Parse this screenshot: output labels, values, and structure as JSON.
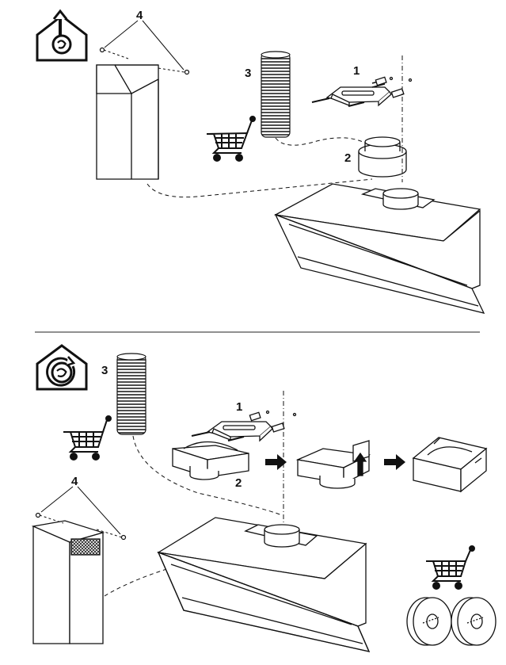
{
  "sections": [
    {
      "mode_icon": "ducted-extraction-house-icon",
      "labels": {
        "bracket": "1",
        "adapter": "2",
        "hose": "3",
        "screws": "4"
      }
    },
    {
      "mode_icon": "recirculation-house-icon",
      "labels": {
        "bracket": "1",
        "adapter": "2",
        "hose": "3",
        "screws": "4"
      }
    }
  ],
  "icons": {
    "cart": "shopping-cart-icon",
    "arrow": "right-arrow-icon",
    "filters": "carbon-filter-icon"
  }
}
